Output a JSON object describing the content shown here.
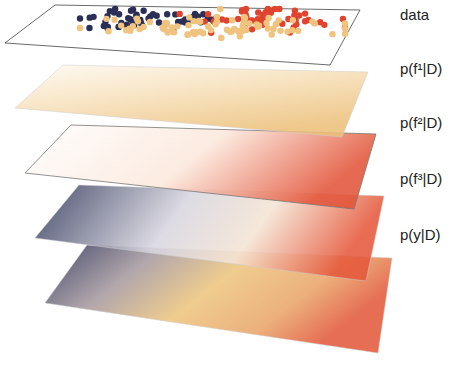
{
  "diagram": {
    "labels": [
      "data",
      "p(f¹|D)",
      "p(f²|D)",
      "p(f³|D)",
      "p(y|D)"
    ]
  }
}
